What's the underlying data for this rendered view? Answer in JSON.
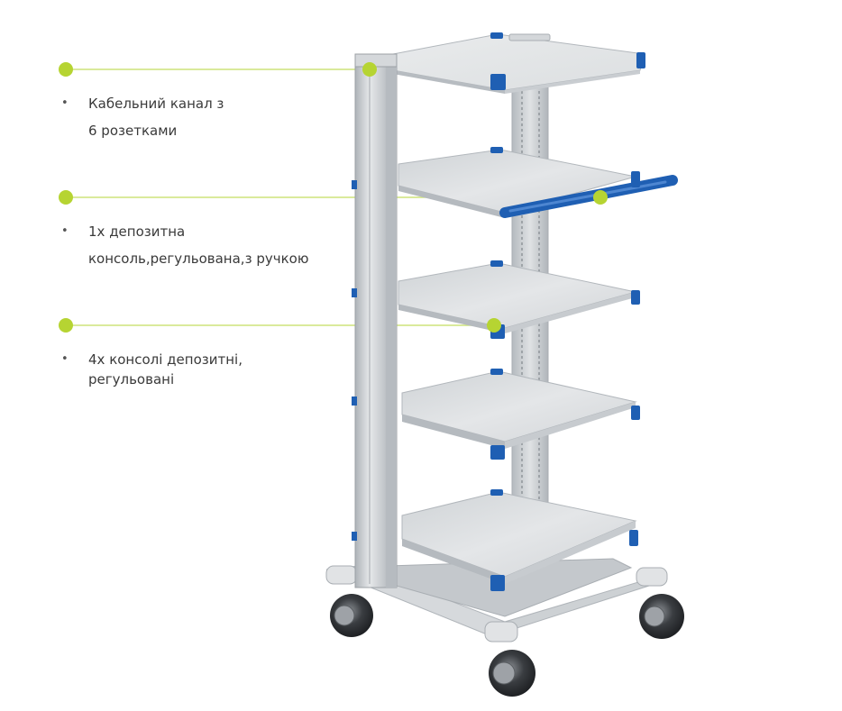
{
  "callouts": [
    {
      "lines": [
        "Кабельний канал з",
        "6 розетками"
      ]
    },
    {
      "lines": [
        "1x депозитна",
        "консоль,регульована,з ручкою"
      ]
    },
    {
      "lines": [
        "4x консолі депозитні,",
        "регульовані"
      ]
    }
  ],
  "bullet": "•",
  "colors": {
    "accent": "#b6d432",
    "line": "#cde47a",
    "frame": "#c9cdd1",
    "shelf": "#dadddf",
    "blue": "#1f5fb3",
    "wheel": "#2f3236",
    "text": "#3a3a3a"
  },
  "icons": [
    "bullet-dot-icon",
    "callout-dot-icon",
    "wheel-icon"
  ]
}
